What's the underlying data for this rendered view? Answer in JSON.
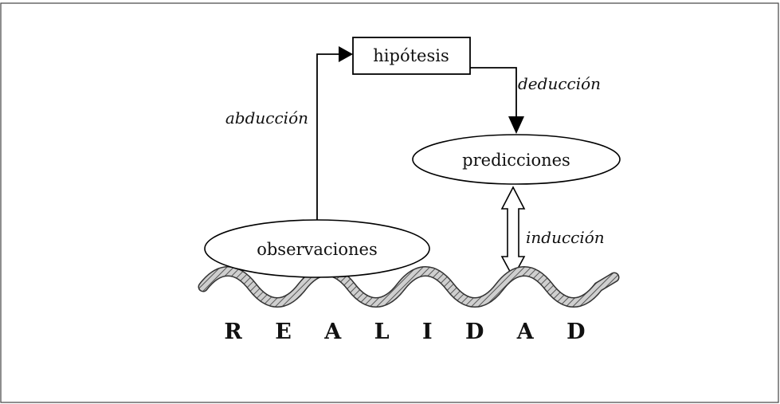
{
  "diagram": {
    "nodes": {
      "hypothesis": "hipótesis",
      "predictions": "predicciones",
      "observations": "observaciones"
    },
    "edges": {
      "abduction": "abducción",
      "deduction": "deducción",
      "induction": "inducción"
    },
    "reality_label": "R E A L I D A D"
  }
}
